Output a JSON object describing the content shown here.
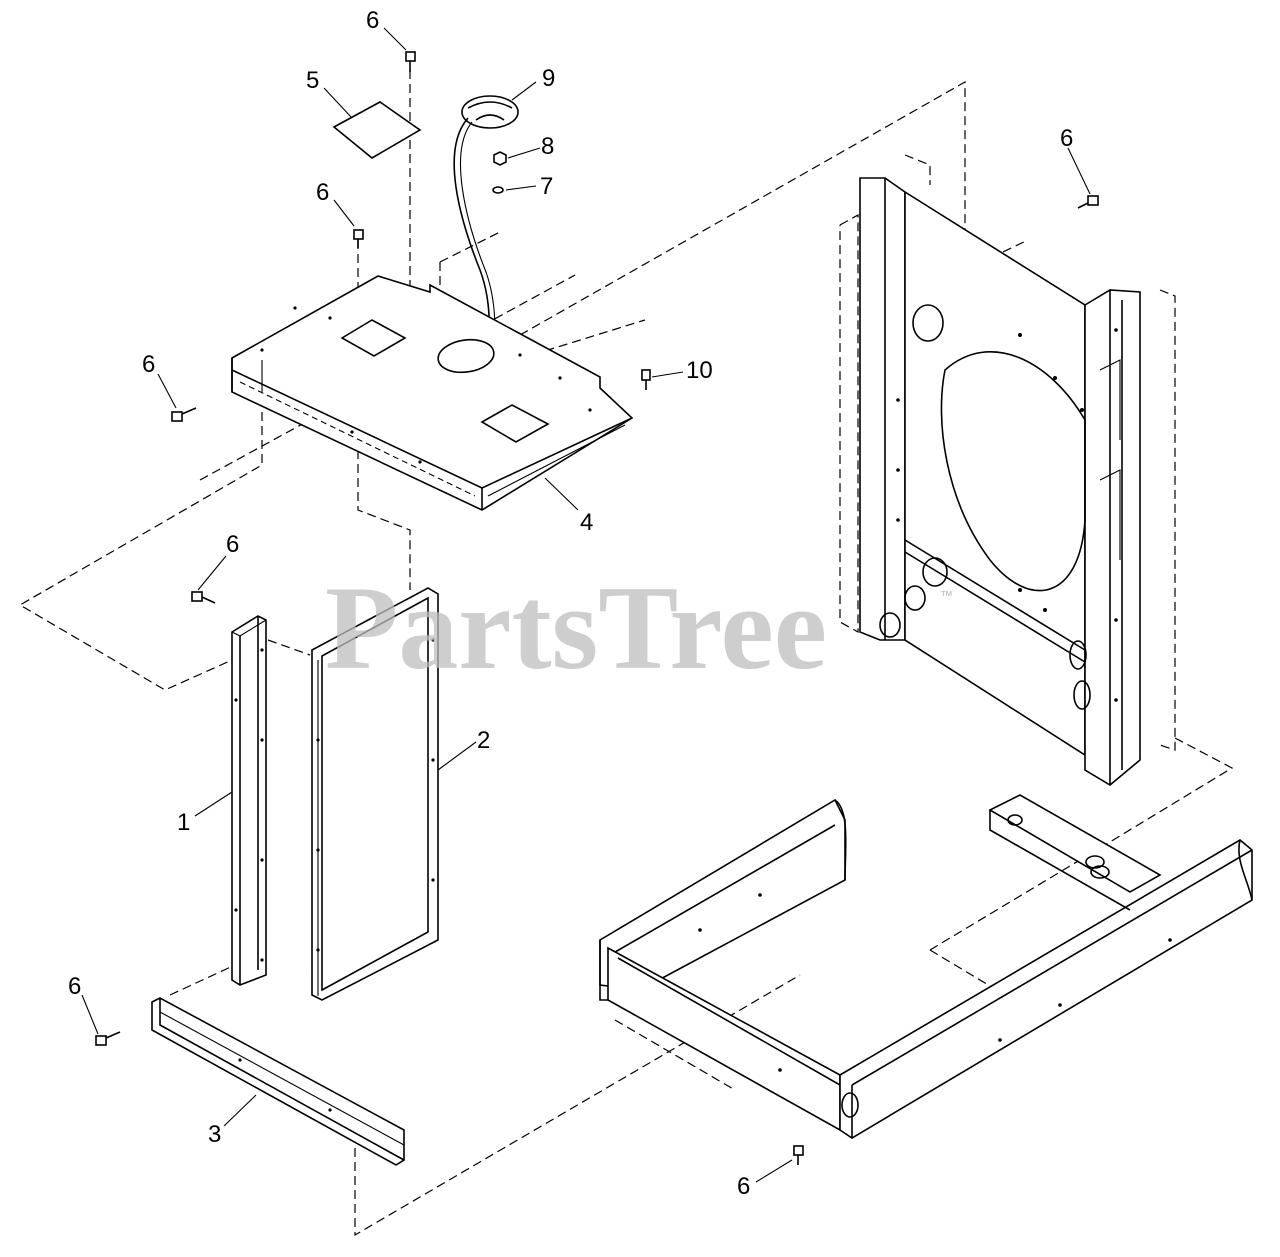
{
  "watermark": {
    "text": "PartsTree",
    "trademark": "™"
  },
  "callouts": {
    "c1": "1",
    "c2": "2",
    "c3": "3",
    "c4": "4",
    "c5": "5",
    "c6a": "6",
    "c6b": "6",
    "c6c": "6",
    "c6d": "6",
    "c6e": "6",
    "c6f": "6",
    "c6g": "6",
    "c7": "7",
    "c8": "8",
    "c9": "9",
    "c10": "10"
  }
}
